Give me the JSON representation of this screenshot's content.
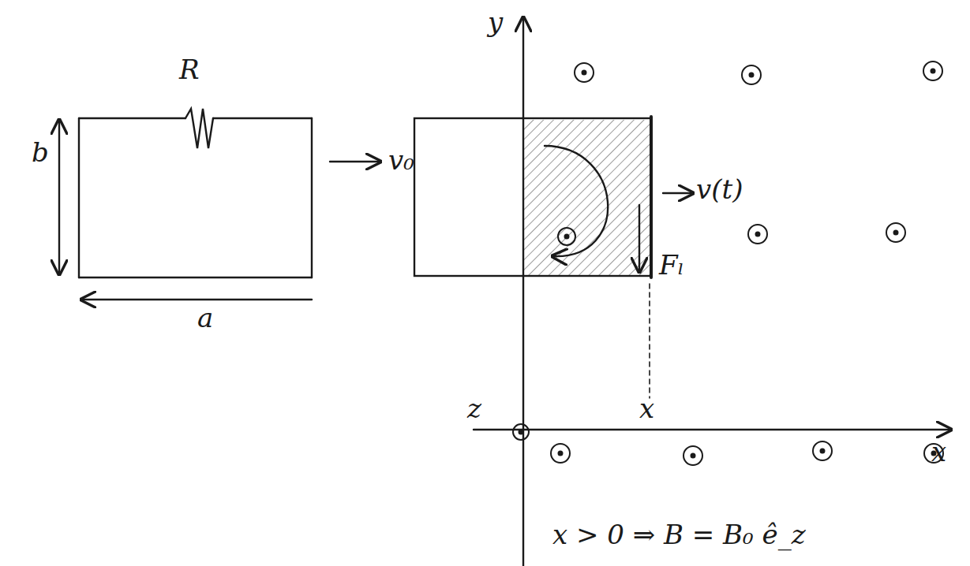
{
  "diagram": {
    "labels": [
      "R",
      "b",
      "a",
      "v₀",
      "y",
      "v(t)",
      "Fₗ",
      "z",
      "x",
      "x",
      "x > 0 ⇒ B = B₀ ê_z"
    ]
  }
}
